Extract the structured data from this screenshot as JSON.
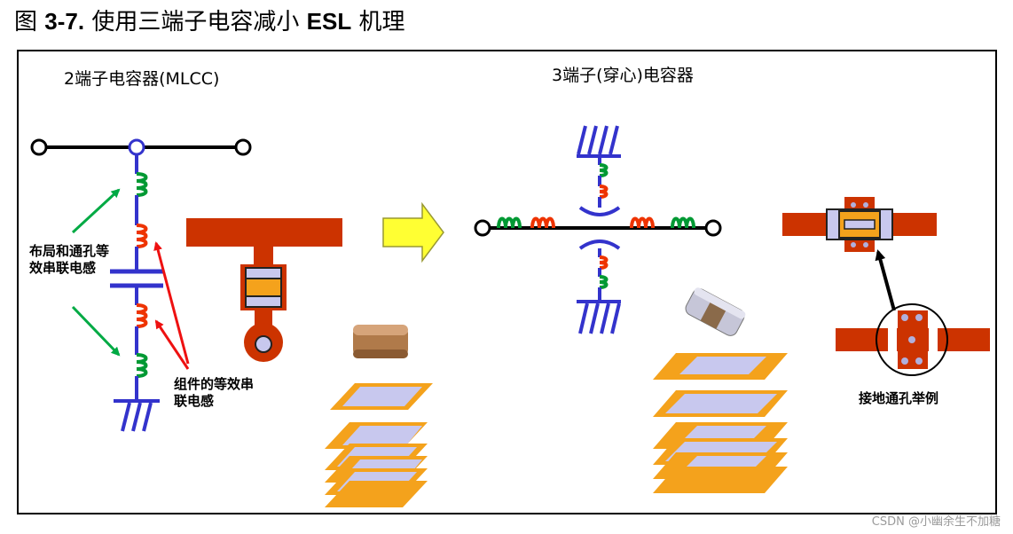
{
  "figure": {
    "label": "图",
    "number": "3-7.",
    "title_cn1": "使用三端子电容减小",
    "title_bold": "ESL",
    "title_cn2": "机理"
  },
  "left_panel": {
    "heading": "2端子电容器(MLCC)",
    "note_parasitic": "布局和通孔等效串联电感",
    "note_component": "组件的等效串联电感"
  },
  "right_panel": {
    "heading": "3端子(穿心)电容器",
    "note_via": "接地通孔举例"
  },
  "watermark": "CSDN @小幽余生不加糖",
  "colors": {
    "pcb_trace": "#cc3300",
    "schematic_wire": "#3333cc",
    "inductor_green": "#009933",
    "inductor_red": "#ee3300",
    "arrow_fill": "#ffff33",
    "layer_orange": "#f4a21c",
    "layer_lavender": "#c8c8ee"
  }
}
